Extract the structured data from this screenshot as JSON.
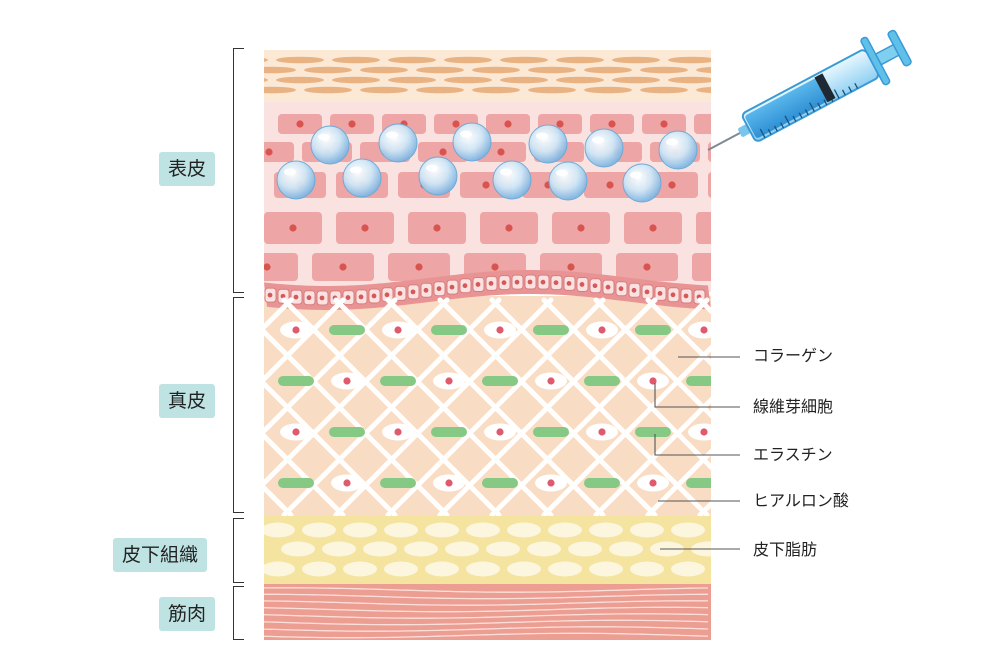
{
  "layers": {
    "epidermis": "表皮",
    "dermis": "真皮",
    "subcutaneous": "皮下組織",
    "muscle": "筋肉"
  },
  "callouts": {
    "collagen": "コラーゲン",
    "fibroblast": "線維芽細胞",
    "elastin": "エラスチン",
    "hyaluronic_acid": "ヒアルロン酸",
    "subcutaneous_fat": "皮下脂肪"
  },
  "icons": [
    "syringe-icon",
    "droplet-icon"
  ],
  "colors": {
    "tag_bg": "#bfe3e3",
    "stratum_corneum": "#fbe9d6",
    "corneum_cell": "#e9b283",
    "epidermis_bg": "#f9e2e0",
    "epidermis_cell": "#eea5a6",
    "dermis_bg": "#f8dcc4",
    "collagen": "#86c984",
    "fat_bg": "#f4e49f",
    "fat_cell": "#fbf6dd",
    "muscle": "#ec9e93"
  }
}
